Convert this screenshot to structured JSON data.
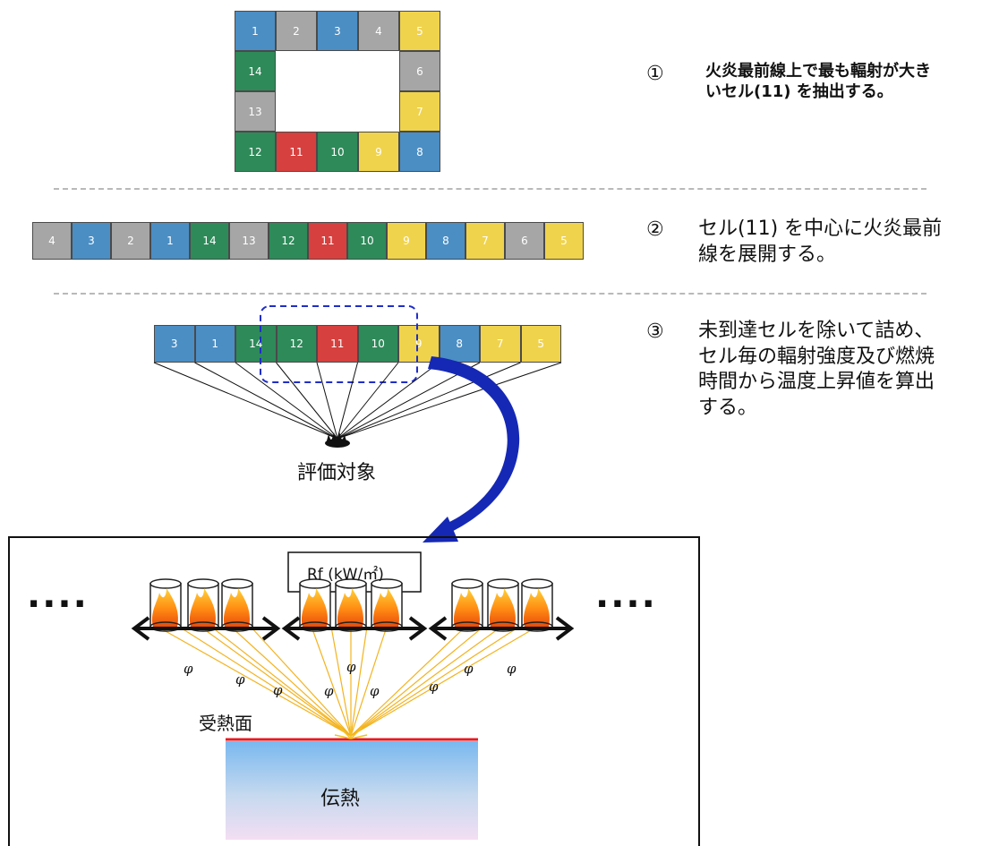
{
  "colors": {
    "blue": "#4b8ec4",
    "gray": "#a6a6a6",
    "yellow": "#f0d34c",
    "green": "#2e8a59",
    "red": "#d6403e",
    "flux_lines": "#f3b31f",
    "receiving_surface": "#e31b23",
    "curved_arrow": "#1528b5",
    "highlight_box": "#1f2ec9"
  },
  "step1": {
    "marker": "①",
    "text_lines": [
      "火炎最前線上で最も輻射が大き",
      "いセル(11) を抽出する。"
    ],
    "cells": [
      {
        "label": "1",
        "color": "blue"
      },
      {
        "label": "2",
        "color": "gray"
      },
      {
        "label": "3",
        "color": "blue"
      },
      {
        "label": "4",
        "color": "gray"
      },
      {
        "label": "5",
        "color": "yellow"
      },
      {
        "label": "14",
        "color": "green"
      },
      {
        "label": "6",
        "color": "gray"
      },
      {
        "label": "13",
        "color": "gray"
      },
      {
        "label": "7",
        "color": "yellow"
      },
      {
        "label": "12",
        "color": "green"
      },
      {
        "label": "11",
        "color": "red"
      },
      {
        "label": "10",
        "color": "green"
      },
      {
        "label": "9",
        "color": "yellow"
      },
      {
        "label": "8",
        "color": "blue"
      }
    ]
  },
  "step2": {
    "marker": "②",
    "text_lines": [
      "セル(11) を中心に火炎最前",
      "線を展開する。"
    ],
    "cells": [
      {
        "label": "4",
        "color": "gray"
      },
      {
        "label": "3",
        "color": "blue"
      },
      {
        "label": "2",
        "color": "gray"
      },
      {
        "label": "1",
        "color": "blue"
      },
      {
        "label": "14",
        "color": "green"
      },
      {
        "label": "13",
        "color": "gray"
      },
      {
        "label": "12",
        "color": "green"
      },
      {
        "label": "11",
        "color": "red"
      },
      {
        "label": "10",
        "color": "green"
      },
      {
        "label": "9",
        "color": "yellow"
      },
      {
        "label": "8",
        "color": "blue"
      },
      {
        "label": "7",
        "color": "yellow"
      },
      {
        "label": "6",
        "color": "gray"
      },
      {
        "label": "5",
        "color": "yellow"
      }
    ]
  },
  "step3": {
    "marker": "③",
    "text_lines": [
      "未到達セルを除いて詰め、",
      "セル毎の輻射強度及び燃焼",
      "時間から温度上昇値を算出",
      "する。"
    ],
    "cells": [
      {
        "label": "3",
        "color": "blue"
      },
      {
        "label": "1",
        "color": "blue"
      },
      {
        "label": "14",
        "color": "green"
      },
      {
        "label": "12",
        "color": "green"
      },
      {
        "label": "11",
        "color": "red"
      },
      {
        "label": "10",
        "color": "green"
      },
      {
        "label": "9",
        "color": "yellow"
      },
      {
        "label": "8",
        "color": "blue"
      },
      {
        "label": "7",
        "color": "yellow"
      },
      {
        "label": "5",
        "color": "yellow"
      }
    ],
    "target_label": "評価対象"
  },
  "detail": {
    "rf_label": "Rf (kW/㎡)",
    "phi_symbol": "φ",
    "ellipsis": "····",
    "receiving_surface_label": "受熱面",
    "heat_transfer_label": "伝熱"
  }
}
